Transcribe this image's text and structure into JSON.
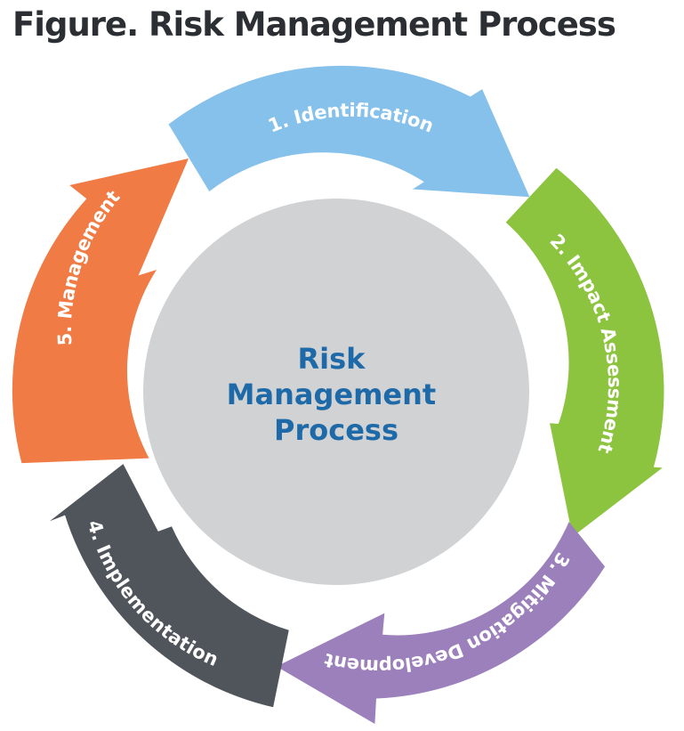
{
  "title": "Figure. Risk Management Process",
  "center": {
    "lines": [
      "Risk",
      "Management",
      "Process"
    ],
    "circle_color": "#d1d2d4",
    "text_color": "#1e6aa8"
  },
  "steps": [
    {
      "label": "1. Identification",
      "color": "#85c1ea"
    },
    {
      "label": "2. Impact Assessment",
      "color": "#8cc43f"
    },
    {
      "label": "3. Mitigation Development",
      "color": "#9b80bb"
    },
    {
      "label": "4. Implementation",
      "color": "#50555c"
    },
    {
      "label": "5. Management",
      "color": "#f07b45"
    }
  ]
}
